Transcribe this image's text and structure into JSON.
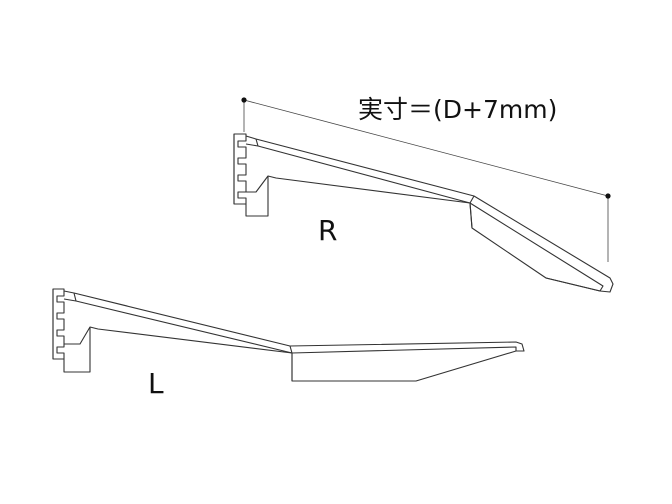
{
  "colors": {
    "line": "#333333",
    "text": "#111111",
    "background": "#ffffff"
  },
  "dimension_label": "実寸＝(D+7mm)",
  "bracket_right_label": "R",
  "bracket_left_label": "L"
}
